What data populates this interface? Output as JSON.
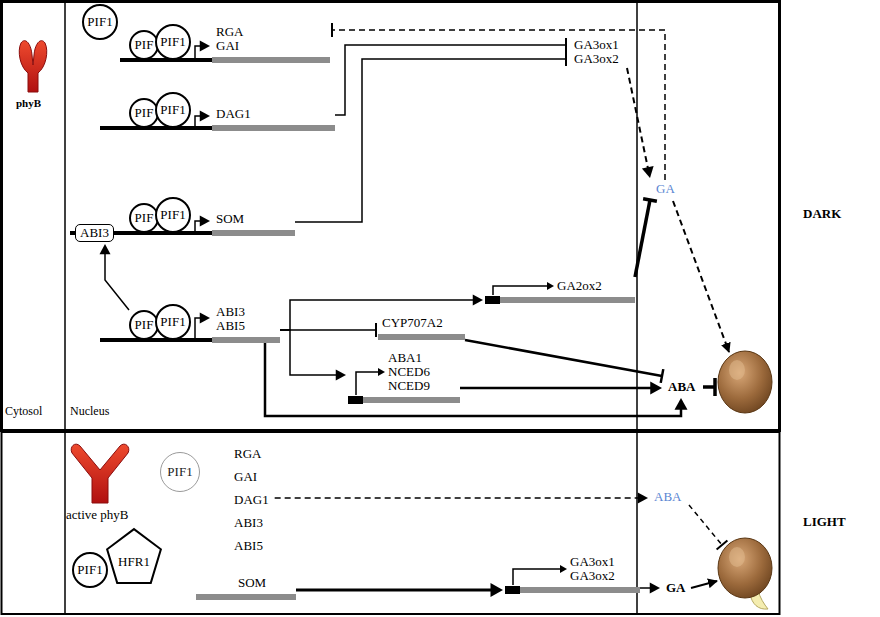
{
  "diagram": {
    "nodes": [
      {
        "text": [
          "PIF1"
        ]
      },
      {
        "text": [
          "PIF"
        ]
      },
      {
        "text": [
          "PIF1"
        ]
      },
      {
        "text": [
          "RGA",
          "GAI"
        ]
      },
      {
        "text": [
          "GA3ox1",
          "GA3ox2"
        ]
      },
      {
        "text": [
          "PIF"
        ]
      },
      {
        "text": [
          "PIF1"
        ]
      },
      {
        "text": [
          "DAG1"
        ]
      },
      {
        "text": [
          "GA"
        ]
      },
      {
        "text": [
          "ABI3"
        ]
      },
      {
        "text": [
          "PIF"
        ]
      },
      {
        "text": [
          "PIF1"
        ]
      },
      {
        "text": [
          "SOM"
        ]
      },
      {
        "text": [
          "GA2ox2"
        ]
      },
      {
        "text": [
          "PIF"
        ]
      },
      {
        "text": [
          "PIF1"
        ]
      },
      {
        "text": [
          "ABI3",
          "ABI5"
        ]
      },
      {
        "text": [
          "CYP707A2"
        ]
      },
      {
        "text": [
          "ABA1",
          "NCED6",
          "NCED9"
        ]
      },
      {
        "text": [
          "ABA"
        ]
      },
      {
        "text": [
          "PIF1"
        ]
      },
      {
        "text": [
          "RGA",
          "GAI",
          "DAG1",
          "ABI3",
          "ABI5"
        ]
      },
      {
        "text": [
          "ABA"
        ]
      },
      {
        "text": [
          "PIF1"
        ]
      },
      {
        "text": [
          "HFR1"
        ]
      },
      {
        "text": [
          "SOM"
        ]
      },
      {
        "text": [
          "GA3ox1",
          "GA3ox2"
        ]
      },
      {
        "text": [
          "GA"
        ]
      }
    ],
    "edges": [
      {
        "from": 2,
        "to": 3,
        "arrow": "to"
      },
      {
        "from": 6,
        "to": 7,
        "arrow": "to"
      },
      {
        "from": 11,
        "to": 12,
        "arrow": "to"
      },
      {
        "from": 15,
        "to": 16,
        "arrow": "to"
      },
      {
        "from": 8,
        "to": 3,
        "arrow": "to"
      },
      {
        "from": 7,
        "to": 4,
        "arrow": "to"
      },
      {
        "from": 12,
        "to": 4,
        "arrow": "to"
      },
      {
        "from": 4,
        "to": 8,
        "arrow": "to"
      },
      {
        "from": 13,
        "to": 8,
        "arrow": "to"
      },
      {
        "from": 14,
        "to": 9,
        "arrow": "to"
      },
      {
        "from": 16,
        "to": 13,
        "arrow": "to"
      },
      {
        "from": 16,
        "to": 17,
        "arrow": "to"
      },
      {
        "from": 16,
        "to": 18,
        "arrow": "to"
      },
      {
        "from": 16,
        "to": 19,
        "arrow": "to"
      },
      {
        "from": 17,
        "to": 19,
        "arrow": "to"
      },
      {
        "from": 18,
        "to": 19,
        "arrow": "to"
      },
      {
        "from": 21,
        "to": 22,
        "arrow": "to"
      },
      {
        "from": 25,
        "to": 26,
        "arrow": "to"
      },
      {
        "from": 26,
        "to": 27,
        "arrow": "to"
      }
    ],
    "labels": [
      "phyB",
      "DARK",
      "Cytosol",
      "Nucleus",
      "active phyB",
      "LIGHT"
    ]
  }
}
